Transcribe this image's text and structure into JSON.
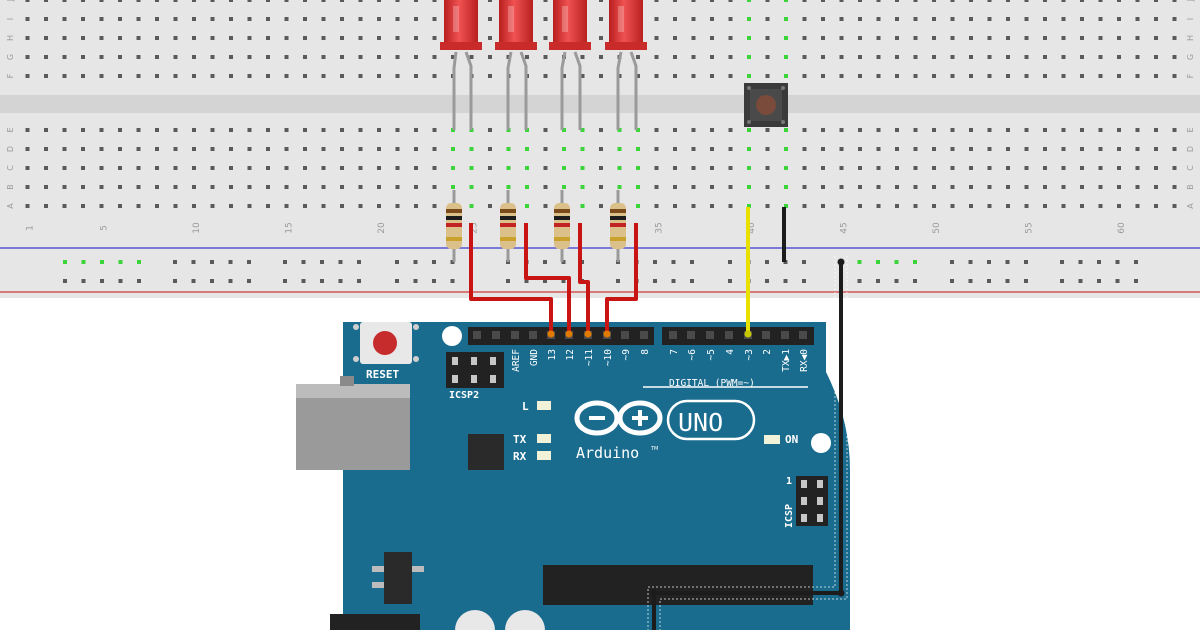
{
  "breadboard": {
    "row_letters_top": [
      "J",
      "I",
      "H",
      "G",
      "F"
    ],
    "row_letters_bottom": [
      "E",
      "D",
      "C",
      "B",
      "A"
    ],
    "column_numbers": [
      "1",
      "5",
      "10",
      "15",
      "20",
      "25",
      "30",
      "35",
      "40",
      "45",
      "50",
      "55",
      "60"
    ]
  },
  "board": {
    "reset_label": "RESET",
    "icsp2_label": "ICSP2",
    "icsp_label": "ICSP",
    "icsp_pin1_label": "1",
    "pin_labels": [
      "AREF",
      "GND",
      "13",
      "12",
      "~11",
      "~10",
      "~9",
      "8",
      "7",
      "~6",
      "~5",
      "4",
      "~3",
      "2",
      "TX▶1",
      "RX◀0"
    ],
    "digital_label": "DIGITAL (PWM=~)",
    "l_led_label": "L",
    "tx_label": "TX",
    "rx_label": "RX",
    "on_label": "ON",
    "logo_text": "Arduino",
    "model_text": "UNO",
    "tm_mark": "TM"
  },
  "colors": {
    "board": "#1a6c8f",
    "breadboard": "#e6e6e6",
    "led": "#e53a3a",
    "wire_red": "#c91414",
    "wire_yellow": "#e8e000",
    "wire_black": "#1c1c1c",
    "connected_hole": "#3bd43b"
  }
}
